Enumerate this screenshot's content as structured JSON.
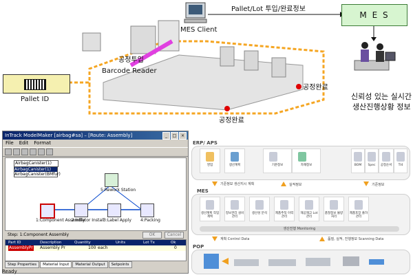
{
  "top_diagram": {
    "flow_label": "Pallet/Lot 투입/완료정보",
    "mes_label": "M E S",
    "mes_client_label": "MES Client",
    "input_label": "공정투입",
    "barcode_label": "Barcode Reader",
    "pallet_label": "Pallet ID",
    "complete_label_1": "공정완료",
    "complete_label_2": "공정완료",
    "realtime_line1": "신뢰성 있는 실시간",
    "realtime_line2": "생산진행상황 정보",
    "colors": {
      "path": "#f5a623",
      "mes_box": "#d7f5d0",
      "pallet_box": "#f5f0b0",
      "barcode": "#e040e0",
      "marker": "#e00000"
    }
  },
  "app": {
    "title": "InTrack ModelMaker [airbag#sa] – [Route: Assembly]",
    "menu": [
      "File",
      "Edit",
      "Format"
    ],
    "combo_value": "AirbagCanister(1)",
    "combo_options": [
      "AirbagCanister(1)",
      "AirbagCanister(BMfur)"
    ],
    "nodes": [
      {
        "label": "1:Component Assembly"
      },
      {
        "label": "2:Inflator Install"
      },
      {
        "label": "3:Label Apply"
      },
      {
        "label": "4:Packing"
      },
      {
        "label": "5:Rework Station"
      }
    ],
    "step_label": "Step: 1:Component Assembly",
    "ok_label": "OK",
    "cancel_label": "Cancel",
    "grid_headers": [
      "Part ID",
      "Description",
      "Quantity",
      "Units",
      "Lot Tx",
      "Ok"
    ],
    "grid_row": [
      "AssemblyPr",
      "Assembly Pr",
      "100",
      "each",
      "",
      "0"
    ],
    "tabs": [
      "Step Properties",
      "Material Input",
      "Material Output",
      "Setpoints"
    ],
    "status": "Ready"
  },
  "arch": {
    "erp_header": "ERP/ APS",
    "erp_tiles": [
      "영업",
      "생산계획",
      "기준정보",
      "자재정보",
      "BOM",
      "Spec",
      "공정순서",
      "Tl4"
    ],
    "erp_note_1": "기준정보 생산지시 계획",
    "erp_note_2": "실적정보",
    "erp_note_3": "기준정보",
    "mes_header": "MES",
    "mes_tiles": [
      "생산계획 작업계획",
      "정보관리 설비관리",
      "생산성 분석",
      "제품추적 이력관리",
      "재공재고 Lot 관리",
      "품질정보 불량처리",
      "제품포장 출하관리"
    ],
    "mes_bar": "생산진행 Monitoring",
    "pop_note_1": "계획 Control Data",
    "pop_note_2": "품질, 실적, 진행정보 Scanning Data",
    "pop_header": "POP"
  }
}
